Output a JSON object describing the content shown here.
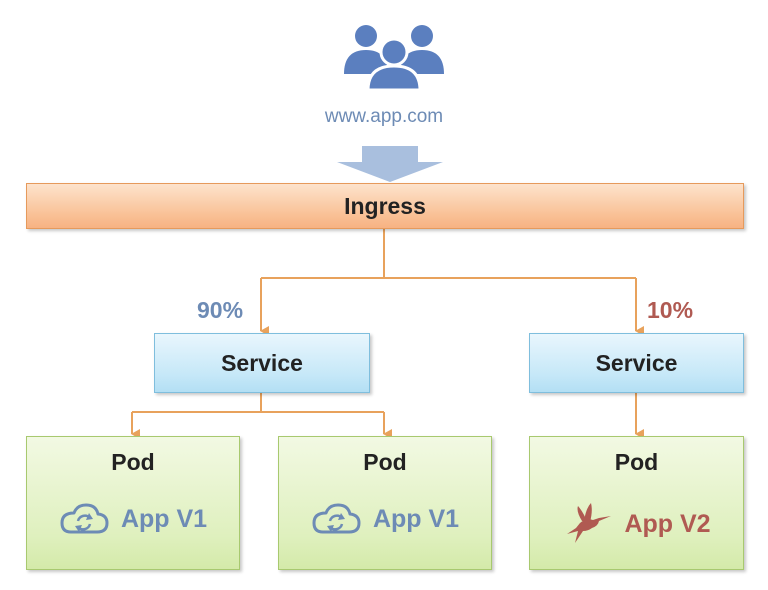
{
  "header": {
    "users_icon": "users-icon",
    "domain": "www.app.com"
  },
  "ingress": {
    "label": "Ingress"
  },
  "routes": [
    {
      "percent": "90%",
      "color": "#6d8bb5"
    },
    {
      "percent": "10%",
      "color": "#b05a52"
    }
  ],
  "services": [
    {
      "label": "Service"
    },
    {
      "label": "Service"
    }
  ],
  "pods": [
    {
      "title": "Pod",
      "app": "App V1",
      "icon": "cloud-sync-icon",
      "color": "#6d8bb5"
    },
    {
      "title": "Pod",
      "app": "App V1",
      "icon": "cloud-sync-icon",
      "color": "#6d8bb5"
    },
    {
      "title": "Pod",
      "app": "App V2",
      "icon": "hummingbird-icon",
      "color": "#b05a52"
    }
  ],
  "colors": {
    "connector": "#e8a25c",
    "ingress_fill": "#f9c196",
    "service_fill": "#c6e8f8",
    "pod_fill": "#dff0be",
    "users": "#5b7fbf",
    "flow_arrow": "#a9bfde"
  }
}
